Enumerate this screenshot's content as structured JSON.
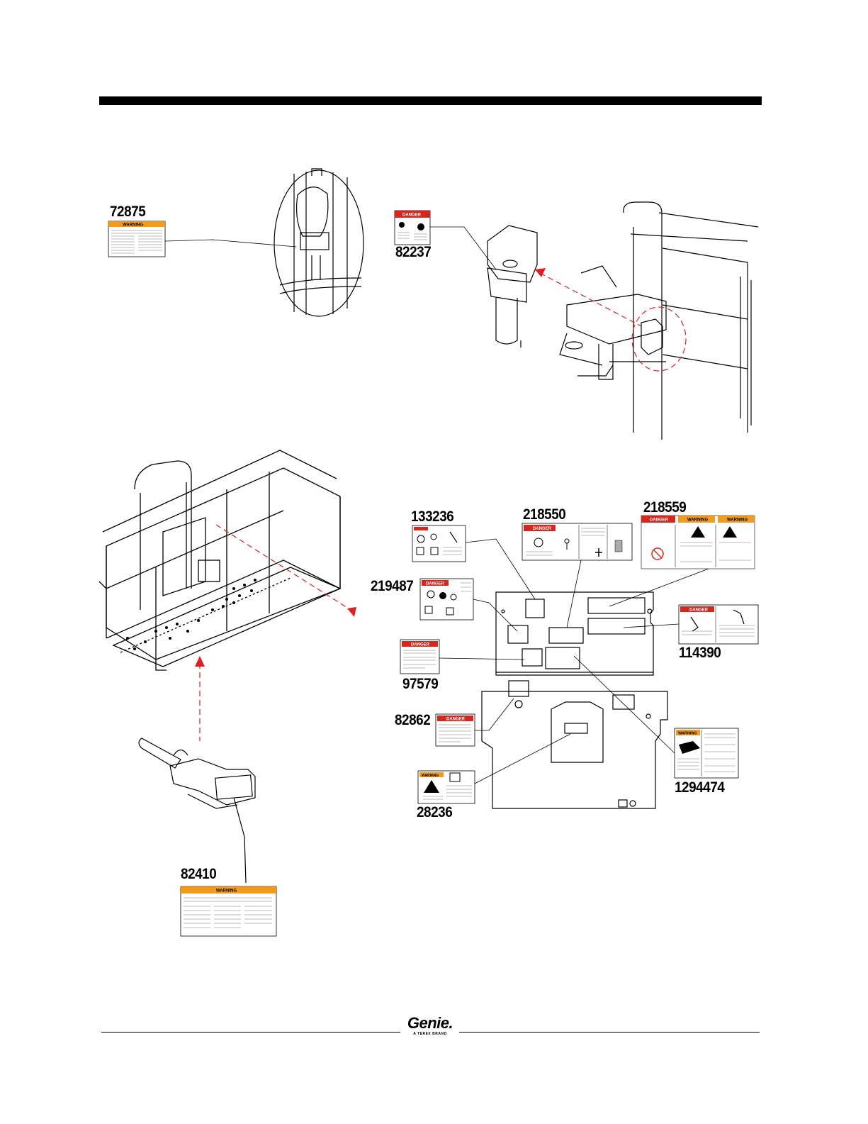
{
  "decal_numbers": {
    "d72875": "72875",
    "d82237": "82237",
    "d133236": "133236",
    "d218550": "218550",
    "d218559": "218559",
    "d219487": "219487",
    "d114390": "114390",
    "d97579": "97579",
    "d82862": "82862",
    "d1294474": "1294474",
    "d28236": "28236",
    "d82410": "82410"
  },
  "decal_headers": {
    "warning": "WARNING",
    "danger": "DANGER"
  },
  "logo": {
    "wordmark": "Genie.",
    "tagline": "A TEREX BRAND"
  },
  "colors": {
    "danger_red": "#d9261c",
    "warning_orange": "#f29a1e",
    "leader_red": "#e02020",
    "ink": "#000000"
  }
}
